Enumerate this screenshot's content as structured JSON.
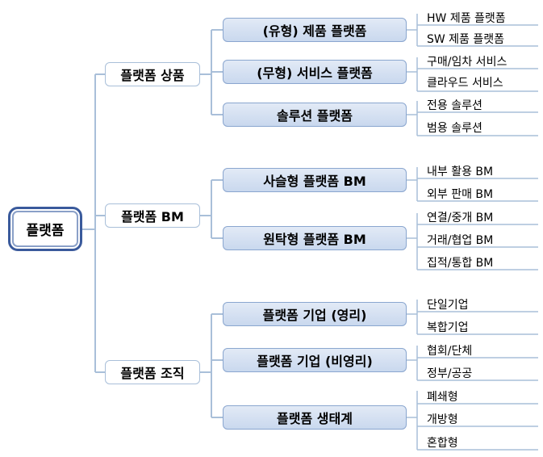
{
  "root": {
    "label": "플랫폼"
  },
  "groups": [
    {
      "label": "플랫폼 상품",
      "children": [
        {
          "label": "(유형) 제품 플랫폼",
          "leaves": [
            "HW 제품 플랫폼",
            "SW 제품 플랫폼"
          ]
        },
        {
          "label": "(무형) 서비스 플랫폼",
          "leaves": [
            "구매/임차 서비스",
            "클라우드 서비스"
          ]
        },
        {
          "label": "솔루션 플랫폼",
          "leaves": [
            "전용 솔루션",
            "범용 솔루션"
          ]
        }
      ]
    },
    {
      "label": "플랫폼 BM",
      "children": [
        {
          "label": "사슬형 플랫폼 BM",
          "leaves": [
            "내부 활용 BM",
            "외부 판매 BM"
          ]
        },
        {
          "label": "원탁형 플랫폼 BM",
          "leaves": [
            "연결/중개 BM",
            "거래/협업 BM",
            "집적/통합 BM"
          ]
        }
      ]
    },
    {
      "label": "플랫폼 조직",
      "children": [
        {
          "label": "플랫폼 기업 (영리)",
          "leaves": [
            "단일기업",
            "복합기업"
          ]
        },
        {
          "label": "플랫폼 기업 (비영리)",
          "leaves": [
            "협회/단체",
            "정부/공공"
          ]
        },
        {
          "label": "플랫폼 생태계",
          "leaves": [
            "폐쇄형",
            "개방형",
            "혼합형"
          ]
        }
      ]
    }
  ]
}
